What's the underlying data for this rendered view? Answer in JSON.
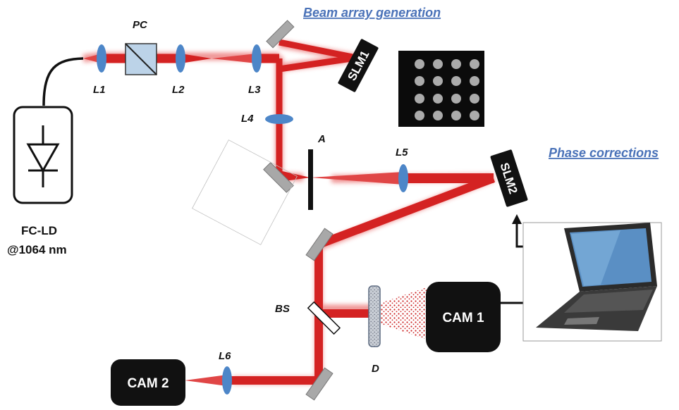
{
  "headings": {
    "beam_array": "Beam array generation",
    "phase_corrections": "Phase corrections"
  },
  "source": {
    "line1": "FC-LD",
    "line2": "@1064 nm"
  },
  "labels": {
    "pc": "PC",
    "l1": "L1",
    "l2": "L2",
    "l3": "L3",
    "l4": "L4",
    "l5": "L5",
    "l6": "L6",
    "a": "A",
    "bs": "BS",
    "d": "D"
  },
  "devices": {
    "slm1": "SLM1",
    "slm2": "SLM2",
    "cam1": "CAM 1",
    "cam2": "CAM 2"
  },
  "colors": {
    "beam": "#d42222",
    "lens": "#4d86c8",
    "mirror": "#a8a8a8",
    "device": "#111111",
    "heading": "#4a72b8"
  }
}
